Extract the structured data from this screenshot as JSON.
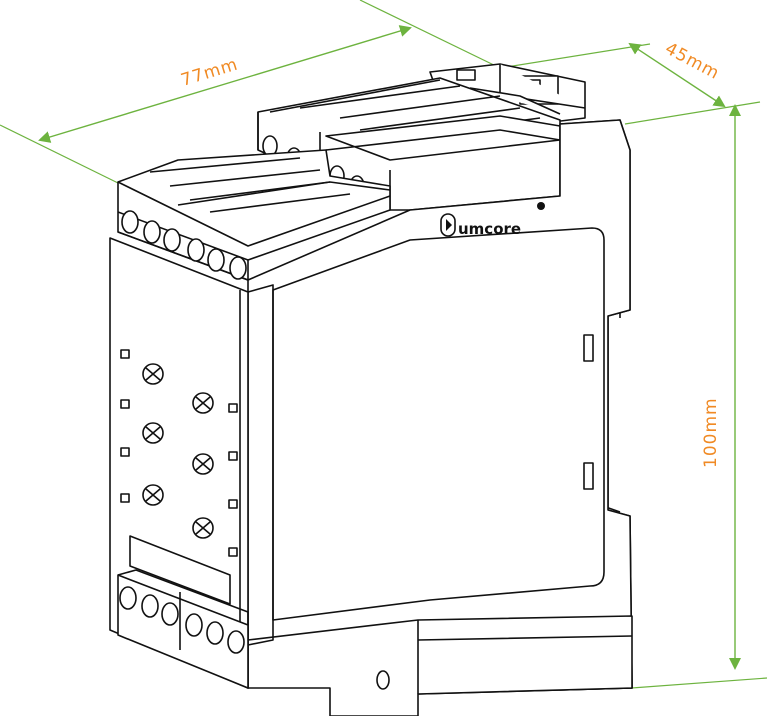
{
  "dimensions": {
    "width": "77mm",
    "depth": "45mm",
    "height": "100mm"
  },
  "brand": {
    "logo_text": "umcore"
  },
  "colors": {
    "dimension_line": "#6db33f",
    "dimension_text": "#f08a24",
    "outline": "#111111",
    "body_fill": "#ffffff"
  }
}
